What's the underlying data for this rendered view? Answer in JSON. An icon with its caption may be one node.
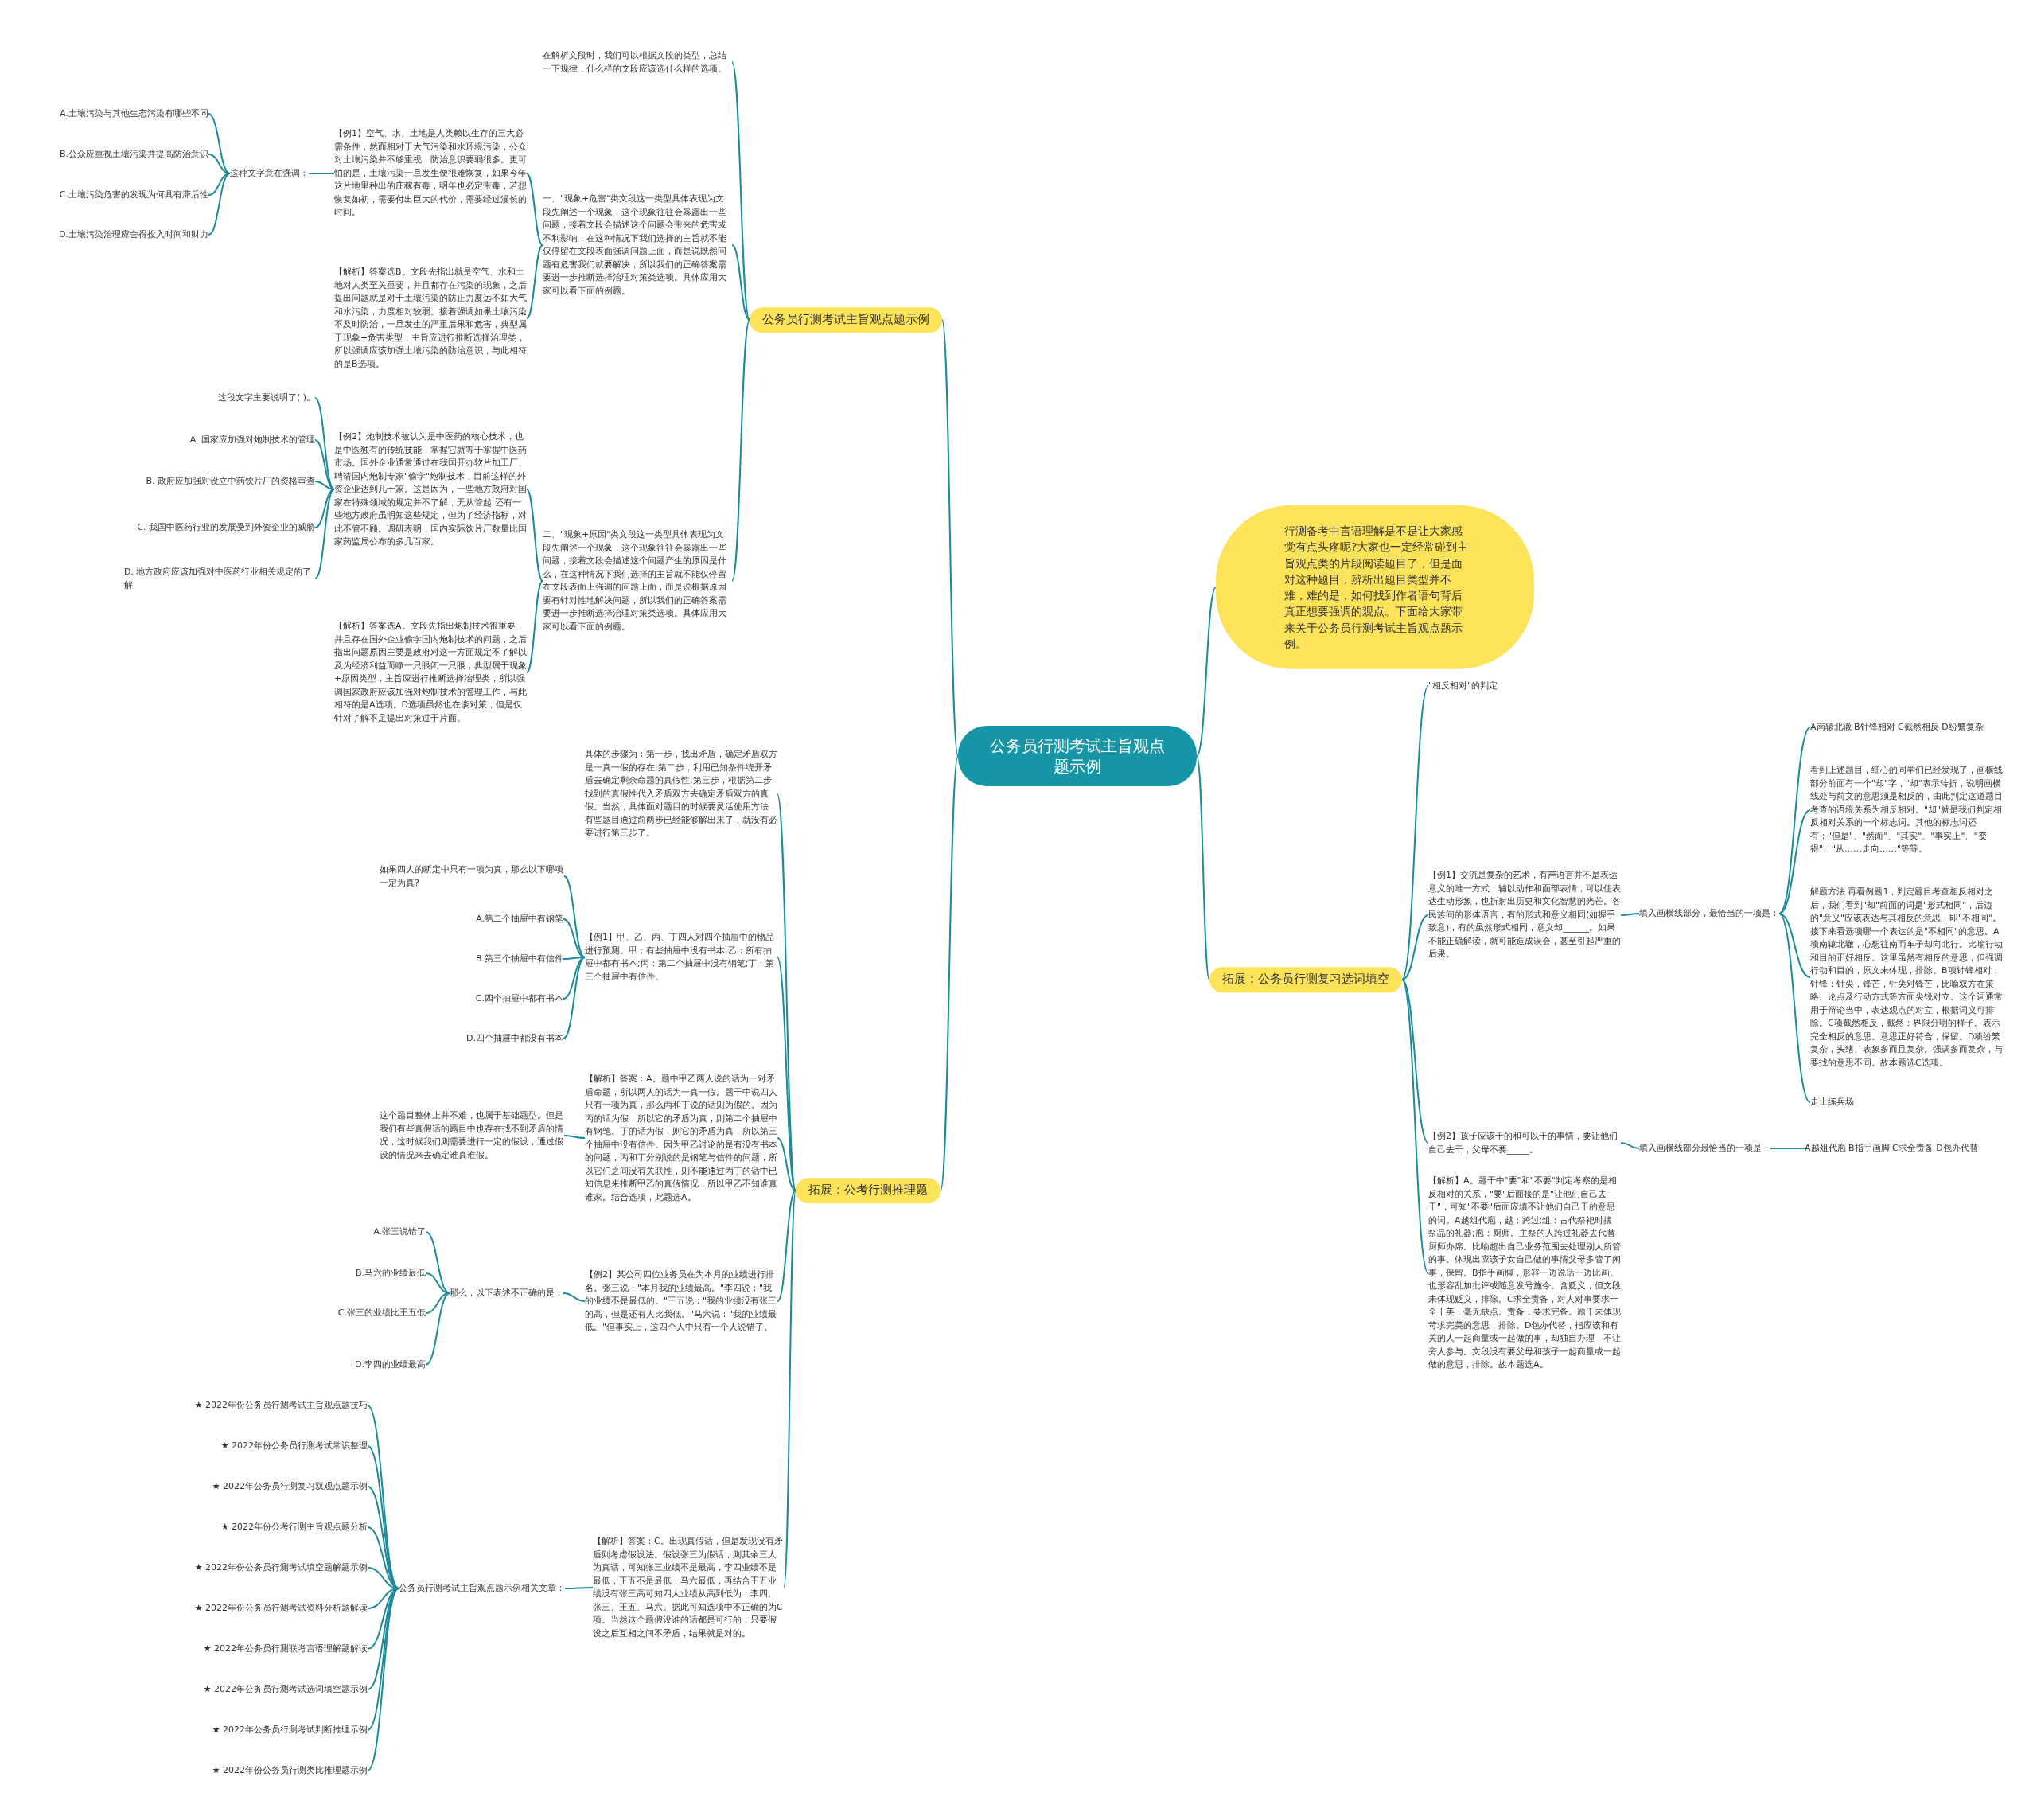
{
  "diagram": {
    "nodes": [
      {
        "text": [
          "公务员行测考试主旨观点题示例"
        ]
      },
      {
        "text": [
          "公务员行测考试主旨观点题示例"
        ]
      },
      {
        "text": [
          "在解析文段时，我们可以根据文段的类型，总结一下规律，什么样的文段应该选什么样的选项。"
        ]
      },
      {
        "text": [
          "一、\"现象+危害\"类文段这一类型具体表现为文段先阐述一个现象，这个现象往往会暴露出一些问题，接着文段会描述这个问题会带来的危害或不利影响，在这种情况下我们选择的主旨就不能仅停留在文段表面强调问题上面，而是说既然问题有危害我们就要解决，所以我们的正确答案需要进一步推断选择治理对策类选项。具体应用大家可以看下面的例题。"
        ]
      },
      {
        "text": [
          "【例1】空气、水、土地是人类赖以生存的三大必需条件，然而相对于大气污染和水环境污染，公众对土壤污染并不够重视，防治意识要弱很多。更可怕的是，土壤污染一旦发生便很难恢复，如果今年这片地里种出的庄稼有毒，明年也必定带毒，若想恢复如初，需要付出巨大的代价，需要经过漫长的时间。"
        ]
      },
      {
        "text": [
          "这种文字意在强调："
        ]
      },
      {
        "text": [
          "A.土壤污染与其他生态污染有哪些不同"
        ]
      },
      {
        "text": [
          "B.公众应重视土壤污染并提高防治意识"
        ]
      },
      {
        "text": [
          "C.土壤污染危害的发现为何具有滞后性"
        ]
      },
      {
        "text": [
          "D.土壤污染治理应舍得投入时间和财力"
        ]
      },
      {
        "text": [
          "【解析】答案选B。文段先指出就是空气、水和土地对人类至关重要，并且都存在污染的现象，之后提出问题就是对于土壤污染的防止力度远不如大气和水污染，力度相对较弱。接着强调如果土壤污染不及时防治，一旦发生的严重后果和危害，典型属于现象+危害类型，主旨应进行推断选择治理类，所以强调应该加强土壤污染的防治意识，与此相符的是B选项。"
        ]
      },
      {
        "text": [
          "二、\"现象+原因\"类文段这一类型具体表现为文段先阐述一个现象，这个现象往往会暴露出一些问题，接着文段会描述这个问题产生的原因是什么，在这种情况下我们选择的主旨就不能仅停留在文段表面上强调的问题上面，而是说根据原因要有针对性地解决问题，所以我们的正确答案需要进一步推断选择治理对策类选项。具体应用大家可以看下面的例题。"
        ]
      },
      {
        "text": [
          "【例2】炮制技术被认为是中医药的核心技术，也是中医独有的传统技能，掌握它就等于掌握中医药市场。国外企业通常通过在我国开办软片加工厂、聘请国内炮制专家\"偷学\"炮制技术，目前这样的外资企业达到几十家。这是因为，一些地方政府对国家在特殊领域的规定并不了解，无从管起;还有一些地方政府虽明知这些规定，但为了经济指标，对此不管不顾。调研表明，国内实际饮片厂数量比国家药监局公布的多几百家。"
        ]
      },
      {
        "text": [
          "这段文字主要说明了( )。"
        ]
      },
      {
        "text": [
          "A. 国家应加强对炮制技术的管理"
        ]
      },
      {
        "text": [
          "B. 政府应加强对设立中药饮片厂的资格审查"
        ]
      },
      {
        "text": [
          "C. 我国中医药行业的发展受到外资企业的威胁"
        ]
      },
      {
        "text": [
          "D. 地方政府应该加强对中医药行业相关规定的了解"
        ]
      },
      {
        "text": [
          "【解析】答案选A。文段先指出炮制技术很重要，并且存在国外企业偷学国内炮制技术的问题，之后指出问题原因主要是政府对这一方面规定不了解以及为经济利益而睁一只眼闭一只眼，典型属于现象+原因类型，主旨应进行推断选择治理类，所以强调国家政府应该加强对炮制技术的管理工作，与此相符的是A选项。D选项虽然也在谈对策，但是仅针对了解不足提出对策过于片面。"
        ]
      },
      {
        "text": [
          "拓展：公考行测推理题"
        ]
      },
      {
        "text": [
          "具体的步骤为：第一步，找出矛盾，确定矛盾双方是一真一假的存在;第二步，利用已知条件绕开矛盾去确定剩余命题的真假性;第三步，根据第二步找到的真假性代入矛盾双方去确定矛盾双方的真假。当然，具体面对题目的时候要灵活使用方法，有些题目通过前两步已经能够解出来了，就没有必要进行第三步了。"
        ]
      },
      {
        "text": [
          "【例1】甲、乙、丙、丁四人对四个抽屉中的物品进行预测。甲：有些抽屉中没有书本;乙：所有抽屉中都有书本;丙：第二个抽屉中没有钢笔;丁：第三个抽屉中有信件。"
        ]
      },
      {
        "text": [
          "如果四人的断定中只有一项为真，那么以下哪项一定为真?"
        ]
      },
      {
        "text": [
          "A.第二个抽屉中有钢笔"
        ]
      },
      {
        "text": [
          "B.第三个抽屉中有信件"
        ]
      },
      {
        "text": [
          "C.四个抽屉中都有书本"
        ]
      },
      {
        "text": [
          "D.四个抽屉中都没有书本"
        ]
      },
      {
        "text": [
          "【解析】答案：A。题中甲乙两人说的话为一对矛盾命题，所以两人的话为一真一假。题干中说四人只有一项为真，那么丙和丁说的话则为假的。因为丙的话为假，所以它的矛盾为真，则第二个抽屉中有钢笔。丁的话为假，则它的矛盾为真，所以第三个抽屉中没有信件。因为甲乙讨论的是有没有书本的问题，丙和丁分别说的是钢笔与信件的问题，所以它们之间没有关联性，则不能通过丙丁的话中已知信息来推断甲乙的真假情况，所以甲乙不知谁真谁家。结合选项，此题选A。"
        ]
      },
      {
        "text": [
          "这个题目整体上并不难，也属于基础题型。但是我们有些真假话的题目中也存在找不到矛盾的情况，这时候我们则需要进行一定的假设，通过假设的情况来去确定谁真谁假。"
        ]
      },
      {
        "text": [
          "【例2】某公司四位业务员在为本月的业绩进行排名。张三说：\"本月我的业绩最高。\"李四说：\"我的业绩不是最低的。\"王五说：\"我的业绩没有张三的高，但是还有人比我低。\"马六说：\"我的业绩最低。\"但事实上，这四个人中只有一个人说错了。"
        ]
      },
      {
        "text": [
          "那么，以下表述不正确的是："
        ]
      },
      {
        "text": [
          "A.张三说错了"
        ]
      },
      {
        "text": [
          "B.马六的业绩最低"
        ]
      },
      {
        "text": [
          "C.张三的业绩比王五低"
        ]
      },
      {
        "text": [
          "D.李四的业绩最高"
        ]
      },
      {
        "text": [
          "【解析】答案：C。出现真假话，但是发现没有矛盾则考虑假设法。假设张三为假话，则其余三人为真话，可知张三业绩不是最高，李四业绩不是最低，王五不是最低，马六最低，再结合王五业绩没有张三高可知四人业绩从高到低为：李四、张三、王五、马六。据此可知选项中不正确的为C项。当然这个题假设谁的话都是可行的，只要假设之后互相之间不矛盾，结果就是对的。"
        ]
      },
      {
        "text": [
          "公务员行测考试主旨观点题示例相关文章："
        ]
      },
      {
        "text": [
          "★ 2022年份公务员行测考试主旨观点题技巧"
        ]
      },
      {
        "text": [
          "★ 2022年份公务员行测考试常识整理"
        ]
      },
      {
        "text": [
          "★ 2022年公务员行测复习双观点题示例"
        ]
      },
      {
        "text": [
          "★ 2022年份公考行测主旨观点题分析"
        ]
      },
      {
        "text": [
          "★ 2022年份公务员行测考试填空题解题示例"
        ]
      },
      {
        "text": [
          "★ 2022年份公务员行测考试资料分析题解读"
        ]
      },
      {
        "text": [
          "★ 2022年公务员行测联考言语理解题解读"
        ]
      },
      {
        "text": [
          "★ 2022年公务员行测考试选词填空题示例"
        ]
      },
      {
        "text": [
          "★ 2022年公务员行测考试判断推理示例"
        ]
      },
      {
        "text": [
          "★ 2022年份公务员行测类比推理题示例"
        ]
      },
      {
        "text": [
          "行测备考中言语理解是不是让大家感觉有点头疼呢?大家也一定经常碰到主旨观点类的片段阅读题目了，但是面对这种题目，辨析出题目类型并不难，难的是，如何找到作者语句背后真正想要强调的观点。下面给大家带来关于公务员行测考试主旨观点题示例。"
        ]
      },
      {
        "text": [
          "拓展：公务员行测复习选词填空"
        ]
      },
      {
        "text": [
          "\"相反相对\"的判定"
        ]
      },
      {
        "text": [
          "【例1】交流是复杂的艺术，有声语言并不是表达意义的唯一方式，辅以动作和面部表情，可以使表达生动形象，也折射出历史和文化智慧的光芒。各民族间的形体语言，有的形式和意义相同(如握手致意)，有的虽然形式相同，意义却______。如果不能正确解读，就可能造成误会，甚至引起严重的后果。"
        ]
      },
      {
        "text": [
          "填入画横线部分，最恰当的一项是："
        ]
      },
      {
        "text": [
          "A南辕北辙 B针锋相对 C截然相反 D纷繁复杂"
        ]
      },
      {
        "text": [
          "看到上述题目，细心的同学们已经发现了，画横线部分前面有一个\"却\"字，\"却\"表示转折，说明画横线处与前文的意思须是相反的，由此判定这道题目考查的语境关系为相反相对。\"却\"就是我们判定相反相对关系的一个标志词。其他的标志词还有：\"但是\"、\"然而\"、\"其实\"、\"事实上\"、\"变得\"、\"从……走向……\"等等。"
        ]
      },
      {
        "text": [
          "解题方法 再看例题1，判定题目考查相反相对之后，我们看到\"却\"前面的词是\"形式相同\"，后边的\"意义\"应该表达与其相反的意思，即\"不相同\"。接下来看选项哪一个表达的是\"不相同\"的意思。A项南辕北辙，心想往南而车子却向北行。比喻行动和目的正好相反。这里虽然有相反的意思，但强调行动和目的，原文未体现，排除。B项针锋相对，针锋：针尖，锋芒，针尖对锋芒，比喻双方在策略、论点及行动方式等方面尖锐对立。这个词通常用于辩论当中，表达观点的对立，根据词义可排除。C项截然相反，截然：界限分明的样子。表示完全相反的意思。意思正好符合，保留。D项纷繁复杂，头绪、表象多而且复杂。强调多而复杂，与要找的意思不同。故本题选C选项。"
        ]
      },
      {
        "text": [
          "走上练兵场"
        ]
      },
      {
        "text": [
          "【例2】孩子应该干的和可以干的事情，要让他们自己去干，父母不要_____。"
        ]
      },
      {
        "text": [
          "填入画横线部分最恰当的一项是："
        ]
      },
      {
        "text": [
          "A越俎代庖 B指手画脚 C求全责备 D包办代替"
        ]
      },
      {
        "text": [
          "【解析】A。题干中\"要\"和\"不要\"判定考察的是相反相对的关系，\"要\"后面接的是\"让他们自己去干\"，可知\"不要\"后面应填不让他们自己干的意思的词。A越俎代庖，越：跨过;俎：古代祭祀时摆祭品的礼器;庖：厨师。主祭的人跨过礼器去代替厨师办席。比喻超出自己业务范围去处理别人所管的事。体现出应该子女自己做的事情父母多管了闲事，保留。B指手画脚，形容一边说话一边比画。也形容乱加批评或随意发号施令。含贬义，但文段未体现贬义，排除。C求全责备，对人对事要求十全十美，毫无缺点。责备：要求完备。题干未体现苛求完美的意思，排除。D包办代替，指应该和有关的人一起商量或一起做的事，却独自办理，不让旁人参与。文段没有要父母和孩子一起商量或一起做的意思，排除。故本题选A。"
        ]
      }
    ],
    "edges": [
      {
        "from": 0,
        "to": 1,
        "arrow": "none"
      },
      {
        "from": 1,
        "to": 2,
        "arrow": "none"
      },
      {
        "from": 1,
        "to": 3,
        "arrow": "none"
      },
      {
        "from": 3,
        "to": 4,
        "arrow": "none"
      },
      {
        "from": 4,
        "to": 5,
        "arrow": "none"
      },
      {
        "from": 5,
        "to": 6,
        "arrow": "none"
      },
      {
        "from": 5,
        "to": 7,
        "arrow": "none"
      },
      {
        "from": 5,
        "to": 8,
        "arrow": "none"
      },
      {
        "from": 5,
        "to": 9,
        "arrow": "none"
      },
      {
        "from": 3,
        "to": 10,
        "arrow": "none"
      },
      {
        "from": 1,
        "to": 11,
        "arrow": "none"
      },
      {
        "from": 11,
        "to": 12,
        "arrow": "none"
      },
      {
        "from": 12,
        "to": 13,
        "arrow": "none"
      },
      {
        "from": 12,
        "to": 14,
        "arrow": "none"
      },
      {
        "from": 12,
        "to": 15,
        "arrow": "none"
      },
      {
        "from": 12,
        "to": 16,
        "arrow": "none"
      },
      {
        "from": 12,
        "to": 17,
        "arrow": "none"
      },
      {
        "from": 11,
        "to": 18,
        "arrow": "none"
      },
      {
        "from": 0,
        "to": 19,
        "arrow": "none"
      },
      {
        "from": 19,
        "to": 20,
        "arrow": "none"
      },
      {
        "from": 19,
        "to": 21,
        "arrow": "none"
      },
      {
        "from": 21,
        "to": 22,
        "arrow": "none"
      },
      {
        "from": 21,
        "to": 23,
        "arrow": "none"
      },
      {
        "from": 21,
        "to": 24,
        "arrow": "none"
      },
      {
        "from": 21,
        "to": 25,
        "arrow": "none"
      },
      {
        "from": 21,
        "to": 26,
        "arrow": "none"
      },
      {
        "from": 19,
        "to": 27,
        "arrow": "none"
      },
      {
        "from": 27,
        "to": 28,
        "arrow": "none"
      },
      {
        "from": 19,
        "to": 29,
        "arrow": "none"
      },
      {
        "from": 29,
        "to": 30,
        "arrow": "none"
      },
      {
        "from": 30,
        "to": 31,
        "arrow": "none"
      },
      {
        "from": 30,
        "to": 32,
        "arrow": "none"
      },
      {
        "from": 30,
        "to": 33,
        "arrow": "none"
      },
      {
        "from": 30,
        "to": 34,
        "arrow": "none"
      },
      {
        "from": 19,
        "to": 35,
        "arrow": "none"
      },
      {
        "from": 35,
        "to": 36,
        "arrow": "none"
      },
      {
        "from": 36,
        "to": 37,
        "arrow": "none"
      },
      {
        "from": 36,
        "to": 38,
        "arrow": "none"
      },
      {
        "from": 36,
        "to": 39,
        "arrow": "none"
      },
      {
        "from": 36,
        "to": 40,
        "arrow": "none"
      },
      {
        "from": 36,
        "to": 41,
        "arrow": "none"
      },
      {
        "from": 36,
        "to": 42,
        "arrow": "none"
      },
      {
        "from": 36,
        "to": 43,
        "arrow": "none"
      },
      {
        "from": 36,
        "to": 44,
        "arrow": "none"
      },
      {
        "from": 36,
        "to": 45,
        "arrow": "none"
      },
      {
        "from": 36,
        "to": 46,
        "arrow": "none"
      },
      {
        "from": 0,
        "to": 47,
        "arrow": "none"
      },
      {
        "from": 0,
        "to": 48,
        "arrow": "none"
      },
      {
        "from": 48,
        "to": 49,
        "arrow": "none"
      },
      {
        "from": 48,
        "to": 50,
        "arrow": "none"
      },
      {
        "from": 50,
        "to": 51,
        "arrow": "none"
      },
      {
        "from": 51,
        "to": 52,
        "arrow": "none"
      },
      {
        "from": 51,
        "to": 53,
        "arrow": "none"
      },
      {
        "from": 51,
        "to": 54,
        "arrow": "none"
      },
      {
        "from": 51,
        "to": 55,
        "arrow": "none"
      },
      {
        "from": 48,
        "to": 56,
        "arrow": "none"
      },
      {
        "from": 56,
        "to": 57,
        "arrow": "none"
      },
      {
        "from": 57,
        "to": 58,
        "arrow": "none"
      },
      {
        "from": 48,
        "to": 59,
        "arrow": "none"
      }
    ]
  }
}
